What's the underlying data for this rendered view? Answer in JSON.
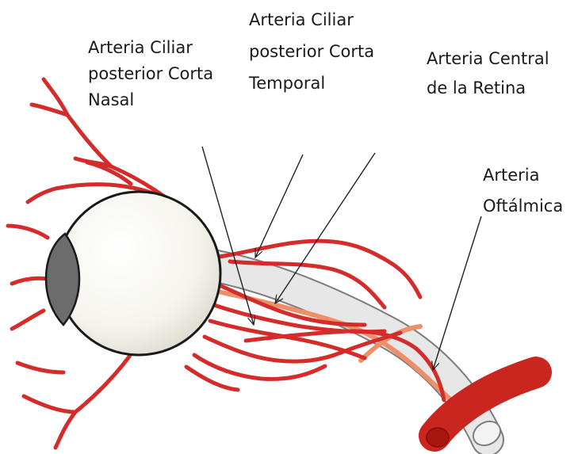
{
  "labels": {
    "nasal": {
      "lines": [
        "Arteria Ciliar",
        "posterior Corta",
        "Nasal"
      ]
    },
    "temporal": {
      "lines": [
        "Arteria Ciliar",
        "posterior Corta",
        "Temporal"
      ]
    },
    "central_retina": {
      "lines": [
        "Arteria Central",
        "de la Retina"
      ]
    },
    "oftalmica": {
      "lines": [
        "Arteria",
        "Oftálmica"
      ]
    }
  },
  "colors": {
    "artery": "#d42b2b",
    "central_artery": "#ee8f6a",
    "nerve_fill": "#e7e7e7",
    "nerve_outline": "#7d7d7d",
    "eye_fill": "#f6f5ee",
    "cornea": "#6c6c6c",
    "pointer": "#222222",
    "text": "#1a1a1a"
  }
}
